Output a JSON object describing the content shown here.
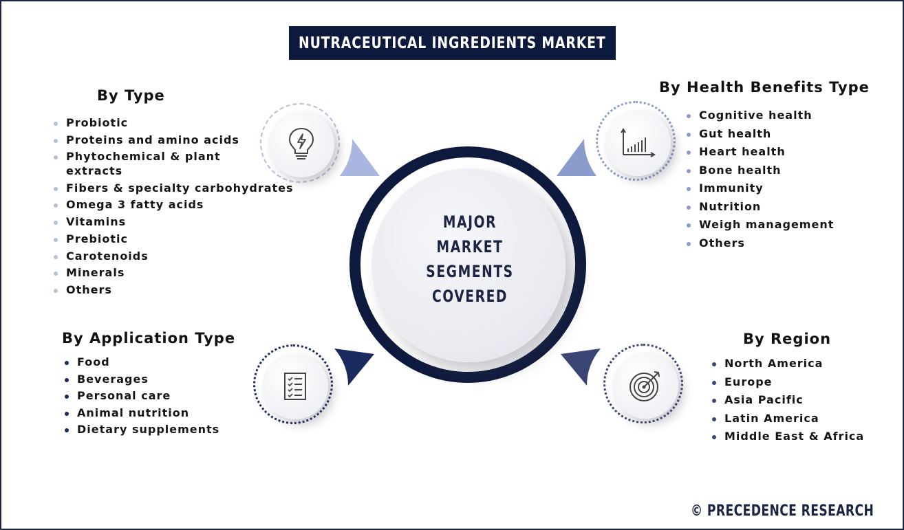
{
  "title": "NUTRACEUTICAL INGREDIENTS MARKET",
  "center_label": [
    "MAJOR",
    "MARKET",
    "SEGMENTS",
    "COVERED"
  ],
  "colors": {
    "navy": "#0e1a3d",
    "light_accent": "#a9b7e0",
    "dark_accent": "#1b2a5e"
  },
  "sections": {
    "type": {
      "title": "By Type",
      "icon": "lightbulb-icon",
      "items": [
        "Probiotic",
        "Proteins and amino acids",
        "Phytochemical & plant",
        "extracts",
        "Fibers & specialty carbohydrates",
        "Omega 3 fatty acids",
        "Vitamins",
        "Prebiotic",
        "Carotenoids",
        "Minerals",
        "Others"
      ]
    },
    "health": {
      "title": "By Health Benefits Type",
      "icon": "bar-chart-icon",
      "items": [
        "Cognitive health",
        "Gut health",
        "Heart health",
        "Bone health",
        "Immunity",
        "Nutrition",
        "Weigh management",
        "Others"
      ]
    },
    "application": {
      "title": "By Application Type",
      "icon": "checklist-icon",
      "items": [
        "Food",
        "Beverages",
        "Personal care",
        "Animal nutrition",
        "Dietary supplements"
      ]
    },
    "region": {
      "title": "By Region",
      "icon": "target-icon",
      "items": [
        "North America",
        "Europe",
        "Asia Pacific",
        "Latin America",
        "Middle East & Africa"
      ]
    }
  },
  "brand": "© PRECEDENCE RESEARCH"
}
